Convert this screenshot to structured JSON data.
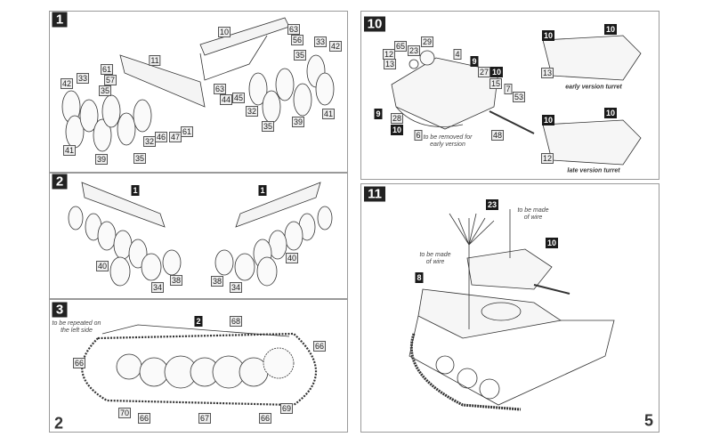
{
  "steps": {
    "s1": {
      "number": "1",
      "labels": [
        "10",
        "63",
        "56",
        "33",
        "42",
        "35",
        "11",
        "61",
        "57",
        "42",
        "33",
        "35",
        "63",
        "44",
        "45",
        "32",
        "35",
        "39",
        "41",
        "32",
        "46",
        "47",
        "61",
        "41",
        "39",
        "35"
      ]
    },
    "s2": {
      "number": "2",
      "labels": [
        "1",
        "1",
        "40",
        "34",
        "38",
        "38",
        "34",
        "40"
      ]
    },
    "s3": {
      "number": "3",
      "note": "to be repeated on the left side",
      "labels": [
        "2",
        "68",
        "66",
        "66",
        "70",
        "66",
        "67",
        "66",
        "69"
      ]
    },
    "s10": {
      "number": "10",
      "note": "to be removed for early version",
      "early_caption": "early version turret",
      "late_caption": "late version turret",
      "labels": [
        "65",
        "12",
        "23",
        "29",
        "4",
        "9",
        "13",
        "27",
        "10",
        "15",
        "7",
        "53",
        "9",
        "28",
        "10",
        "6",
        "48",
        "10",
        "10",
        "13",
        "10",
        "10",
        "12"
      ]
    },
    "s11": {
      "number": "11",
      "note_right": "to be made of wire",
      "note_left": "to be made of wire",
      "labels": [
        "23",
        "10",
        "8"
      ]
    }
  },
  "page_numbers": {
    "left": "2",
    "right": "5"
  }
}
